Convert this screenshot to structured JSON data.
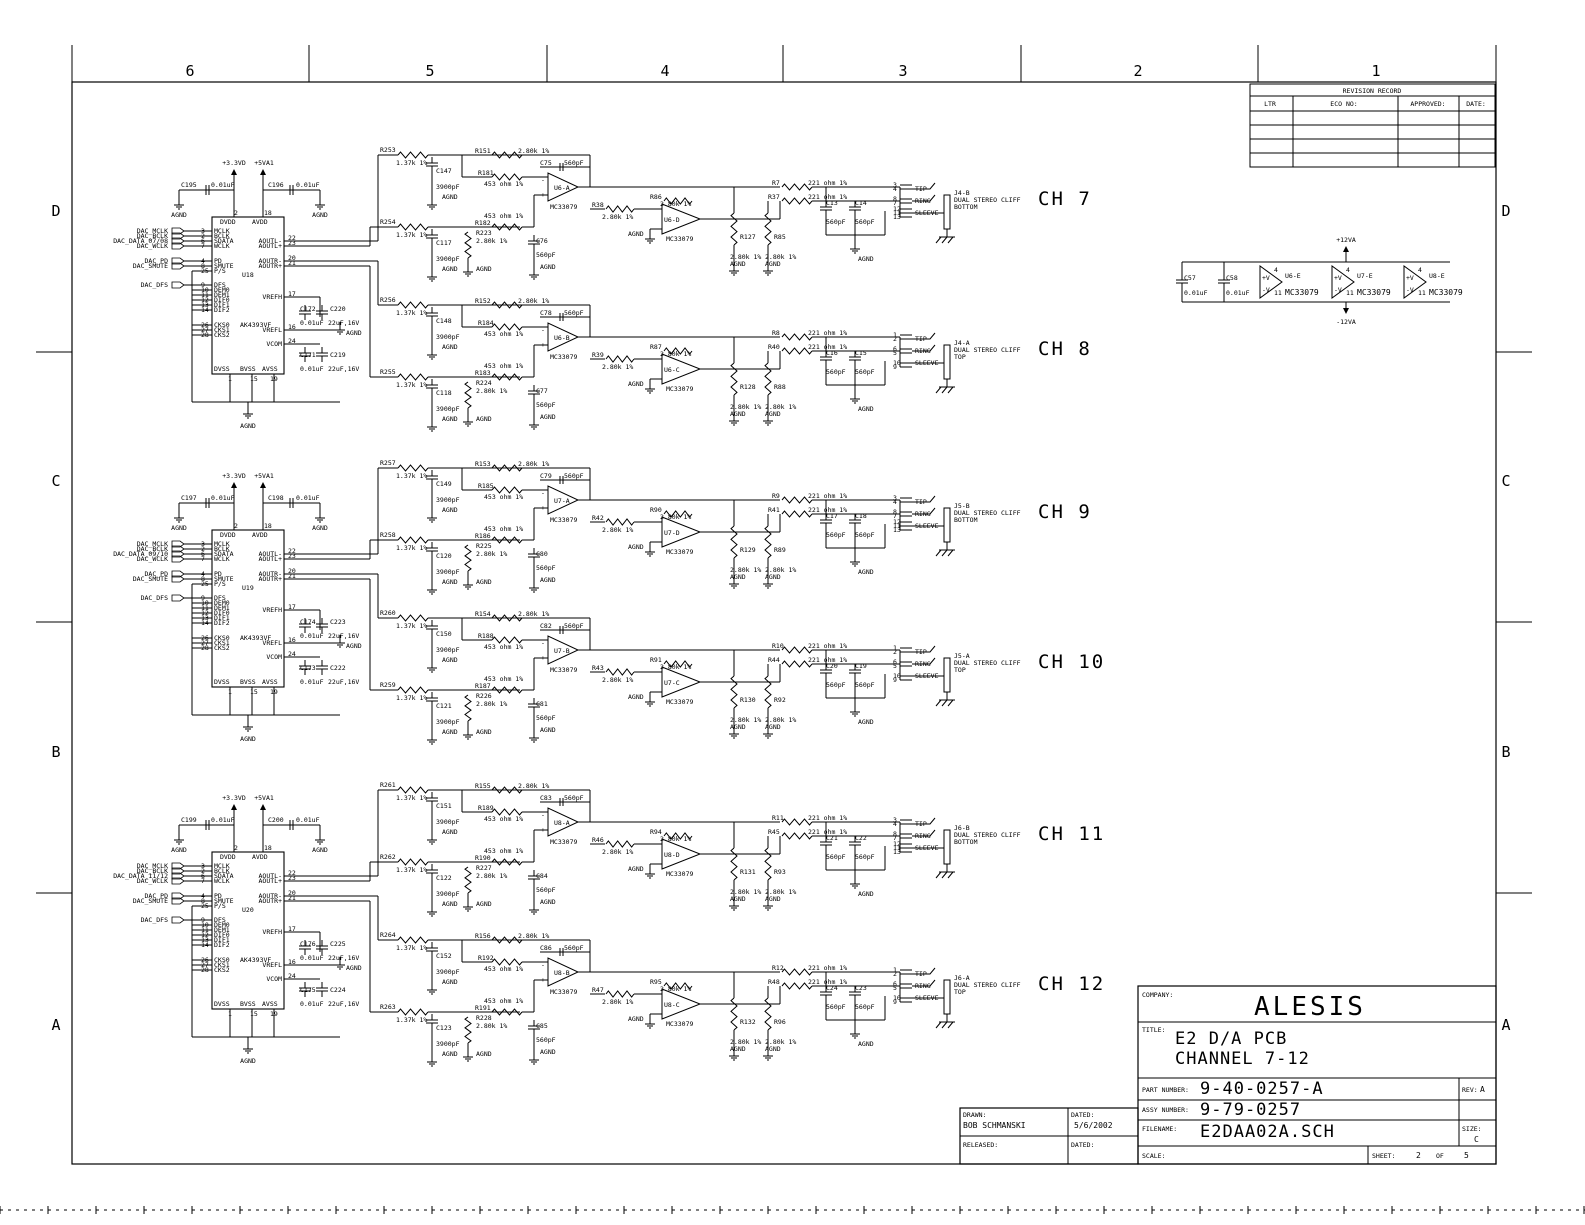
{
  "grid": {
    "columns": [
      "6",
      "5",
      "4",
      "3",
      "2",
      "1"
    ],
    "rows": [
      "D",
      "C",
      "B",
      "A"
    ]
  },
  "revision_record": {
    "title": "REVISION RECORD",
    "headers": [
      "LTR",
      "ECO NO:",
      "APPROVED:",
      "DATE:"
    ]
  },
  "title_block": {
    "company_label": "COMPANY:",
    "company": "ALESIS",
    "title_label": "TITLE:",
    "title_line1": "E2 D/A PCB",
    "title_line2": "CHANNEL 7-12",
    "part_label": "PART NUMBER:",
    "part_number": "9-40-0257-A",
    "rev_label": "REV:",
    "rev": "A",
    "assy_label": "ASSY NUMBER:",
    "assy_number": "9-79-0257",
    "file_label": "FILENAME:",
    "filename": "E2DAA02A.SCH",
    "size_label": "SIZE:",
    "size": "C",
    "scale_label": "SCALE:",
    "sheet_label": "SHEET:",
    "sheet": "2",
    "of_label": "OF",
    "sheets": "5",
    "drawn_label": "DRAWN:",
    "drawn_by": "BOB SCHMANSKI",
    "dated_label": "DATED:",
    "drawn_date": "5/6/2002",
    "released_label": "RELEASED:",
    "dated2_label": "DATED:"
  },
  "common": {
    "agnd": "AGND",
    "p33": "+3.3VD",
    "p5": "+5VA1",
    "opamp": "MC33079",
    "chip": "AK4393VF",
    "c001": "0.01uF",
    "c22": "22uF,16V",
    "c3900": "3900pF",
    "c560": "560pF",
    "r137": "1.37k 1%",
    "r280": "2.80k 1%",
    "r453": "453 ohm 1%",
    "r221": "221 ohm 1%",
    "r280b": "2.80k 1%",
    "connector_desc": "DUAL STEREO CLIFF",
    "bottom": "BOTTOM",
    "top": "TOP",
    "tip": "TIP",
    "ring": "RING",
    "sleeve": "SLEEVE",
    "pins_left": [
      "MCLK",
      "BCLK",
      "SDATA",
      "WCLK",
      "PD",
      "SMUTE",
      "P/S",
      "DFS",
      "DEM0",
      "DEM1",
      "DIF0",
      "DIF1",
      "DIF2",
      "CKS0",
      "CKS1",
      "CKS2"
    ],
    "pinnums_left": [
      "3",
      "2",
      "6",
      "7",
      "4",
      "8",
      "25",
      "9",
      "10",
      "11",
      "12",
      "13",
      "14",
      "26",
      "27",
      "28"
    ],
    "pins_right": [
      "AOUTL-",
      "AOUTL+",
      "AOUTR-",
      "AOUTR+",
      "VREFH",
      "VREFL",
      "VCOM"
    ],
    "pinnums_right": [
      "22",
      "23",
      "20",
      "21",
      "17",
      "16",
      "24"
    ],
    "pins_top": [
      "DVDD",
      "AVDD"
    ],
    "pinnums_top": [
      "2",
      "18"
    ],
    "pins_bottom": [
      "DVSS",
      "BVSS",
      "AVSS"
    ],
    "pinnums_bottom": [
      "1",
      "15",
      "19"
    ],
    "signals": [
      "DAC_MCLK",
      "DAC_BCLK",
      "DAC_DATA",
      "DAC_WCLK",
      "DAC_PD",
      "DAC_SMUTE",
      "DAC_DFS"
    ]
  },
  "groups": [
    {
      "chip_ref": "U18",
      "data_signal": "DAC_DATA_07/08",
      "cdec1": "C195",
      "cdec2": "C196",
      "cv1": "C172",
      "cv2": "C220",
      "cv3": "C171",
      "cv4": "C219",
      "channels": [
        {
          "label": "CH  7",
          "rin1": "R253",
          "rin2": "R254",
          "rfb1": "R151",
          "rfb2": "R182",
          "rmid1": "R181",
          "rmid2": "R223",
          "cin1": "C147",
          "cin2": "C117",
          "cfb": "C75",
          "cgnd": "C76",
          "opA": "U6-A",
          "opB": "U6-D",
          "rout": "R7",
          "rout2": "R37",
          "rin3": "R38",
          "rfb3": "R86",
          "rl1": "R127",
          "rl2": "R85",
          "cl1": "C13",
          "cl2": "C14",
          "conn": "J4-B",
          "conn_pos": "BOTTOM",
          "pins": [
            "3",
            "4",
            "8",
            "7",
            "12",
            "11",
            "13"
          ]
        },
        {
          "label": "CH  8",
          "rin1": "R256",
          "rin2": "R255",
          "rfb1": "R152",
          "rfb2": "R183",
          "rmid1": "R184",
          "rmid2": "R224",
          "cin1": "C148",
          "cin2": "C118",
          "cfb": "C78",
          "cgnd": "C77",
          "opA": "U6-B",
          "opB": "U6-C",
          "rout": "R8",
          "rout2": "R40",
          "rin3": "R39",
          "rfb3": "R87",
          "rl1": "R128",
          "rl2": "R88",
          "cl1": "C16",
          "cl2": "C15",
          "conn": "J4-A",
          "conn_pos": "TOP",
          "pins": [
            "1",
            "2",
            "6",
            "5",
            "10",
            "9"
          ]
        }
      ]
    },
    {
      "chip_ref": "U19",
      "data_signal": "DAC_DATA_09/10",
      "cdec1": "C197",
      "cdec2": "C198",
      "cv1": "C174",
      "cv2": "C223",
      "cv3": "C173",
      "cv4": "C222",
      "channels": [
        {
          "label": "CH  9",
          "rin1": "R257",
          "rin2": "R258",
          "rfb1": "R153",
          "rfb2": "R186",
          "rmid1": "R185",
          "rmid2": "R225",
          "cin1": "C149",
          "cin2": "C120",
          "cfb": "C79",
          "cgnd": "C80",
          "opA": "U7-A",
          "opB": "U7-D",
          "rout": "R9",
          "rout2": "R41",
          "rin3": "R42",
          "rfb3": "R90",
          "rl1": "R129",
          "rl2": "R89",
          "cl1": "C17",
          "cl2": "C18",
          "conn": "J5-B",
          "conn_pos": "BOTTOM",
          "pins": [
            "3",
            "4",
            "8",
            "7",
            "12",
            "11",
            "13"
          ]
        },
        {
          "label": "CH  10",
          "rin1": "R260",
          "rin2": "R259",
          "rfb1": "R154",
          "rfb2": "R187",
          "rmid1": "R188",
          "rmid2": "R226",
          "cin1": "C150",
          "cin2": "C121",
          "cfb": "C82",
          "cgnd": "C81",
          "opA": "U7-B",
          "opB": "U7-C",
          "rout": "R10",
          "rout2": "R44",
          "rin3": "R43",
          "rfb3": "R91",
          "rl1": "R130",
          "rl2": "R92",
          "cl1": "C20",
          "cl2": "C19",
          "conn": "J5-A",
          "conn_pos": "TOP",
          "pins": [
            "1",
            "2",
            "6",
            "5",
            "10",
            "9"
          ]
        }
      ]
    },
    {
      "chip_ref": "U20",
      "data_signal": "DAC_DATA_11/12",
      "cdec1": "C199",
      "cdec2": "C200",
      "cv1": "C176",
      "cv2": "C225",
      "cv3": "C175",
      "cv4": "C224",
      "channels": [
        {
          "label": "CH  11",
          "rin1": "R261",
          "rin2": "R262",
          "rfb1": "R155",
          "rfb2": "R190",
          "rmid1": "R189",
          "rmid2": "R227",
          "cin1": "C151",
          "cin2": "C122",
          "cfb": "C83",
          "cgnd": "C84",
          "opA": "U8-A",
          "opB": "U8-D",
          "rout": "R11",
          "rout2": "R45",
          "rin3": "R46",
          "rfb3": "R94",
          "rl1": "R131",
          "rl2": "R93",
          "cl1": "C21",
          "cl2": "C22",
          "conn": "J6-B",
          "conn_pos": "BOTTOM",
          "pins": [
            "3",
            "4",
            "8",
            "7",
            "12",
            "11",
            "13"
          ]
        },
        {
          "label": "CH  12",
          "rin1": "R264",
          "rin2": "R263",
          "rfb1": "R156",
          "rfb2": "R191",
          "rmid1": "R192",
          "rmid2": "R228",
          "cin1": "C152",
          "cin2": "C123",
          "cfb": "C86",
          "cgnd": "C85",
          "opA": "U8-B",
          "opB": "U8-C",
          "rout": "R12",
          "rout2": "R48",
          "rin3": "R47",
          "rfb3": "R95",
          "rl1": "R132",
          "rl2": "R96",
          "cl1": "C24",
          "cl2": "C23",
          "conn": "J6-A",
          "conn_pos": "TOP",
          "pins": [
            "1",
            "2",
            "6",
            "5",
            "10",
            "9"
          ]
        }
      ]
    }
  ],
  "power": {
    "pos": "+12VA",
    "neg": "-12VA",
    "c1": "C57",
    "c2": "C58",
    "c1v": "0.01uF",
    "c2v": "0.01uF",
    "units": [
      "U6-E",
      "U7-E",
      "U8-E"
    ],
    "pin4": "4",
    "pin11": "11",
    "plus": "+V",
    "minus": "-V"
  }
}
